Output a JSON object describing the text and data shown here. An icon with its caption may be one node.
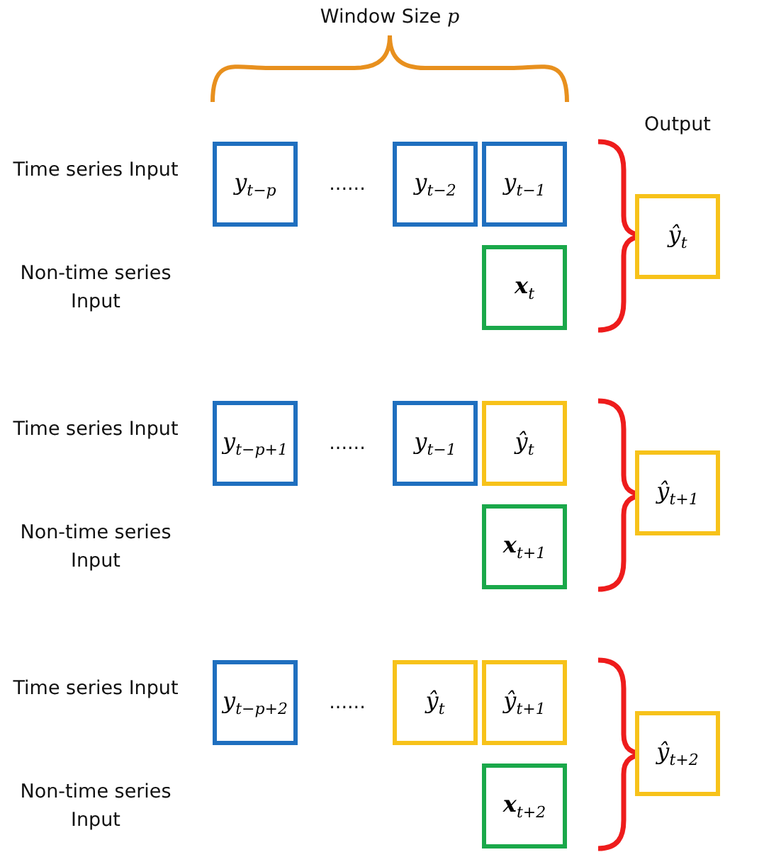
{
  "diagram": {
    "nodes": [
      {
        "text": [
          "*y*$_{t−p}$"
        ]
      },
      {
        "text": [
          "*y*$_{t−2}$"
        ]
      },
      {
        "text": [
          "*y*$_{t−1}$"
        ]
      },
      {
        "text": [
          "**x**$_{t}$"
        ]
      },
      {
        "text": [
          "*ŷ*$_{t}$"
        ]
      },
      {
        "text": [
          "*y*$_{t−p+1}$"
        ]
      },
      {
        "text": [
          "*y*$_{t−1}$"
        ]
      },
      {
        "text": [
          "*ŷ*$_{t}$"
        ]
      },
      {
        "text": [
          "**x**$_{t+1}$"
        ]
      },
      {
        "text": [
          "*ŷ*$_{t+1}$"
        ]
      },
      {
        "text": [
          "*y*$_{t−p+2}$"
        ]
      },
      {
        "text": [
          "*ŷ*$_{t}$"
        ]
      },
      {
        "text": [
          "*ŷ*$_{t+1}$"
        ]
      },
      {
        "text": [
          "**x**$_{t+2}$"
        ]
      },
      {
        "text": [
          "*ŷ*$_{t+2}$"
        ]
      }
    ],
    "labels": [
      "Window Size *p*",
      "Output",
      "Time series Input",
      "......",
      "Non-time series Input",
      "Time series Input",
      "......",
      "Non-time series Input",
      "Time series Input",
      "......",
      "Non-time series Input"
    ]
  }
}
